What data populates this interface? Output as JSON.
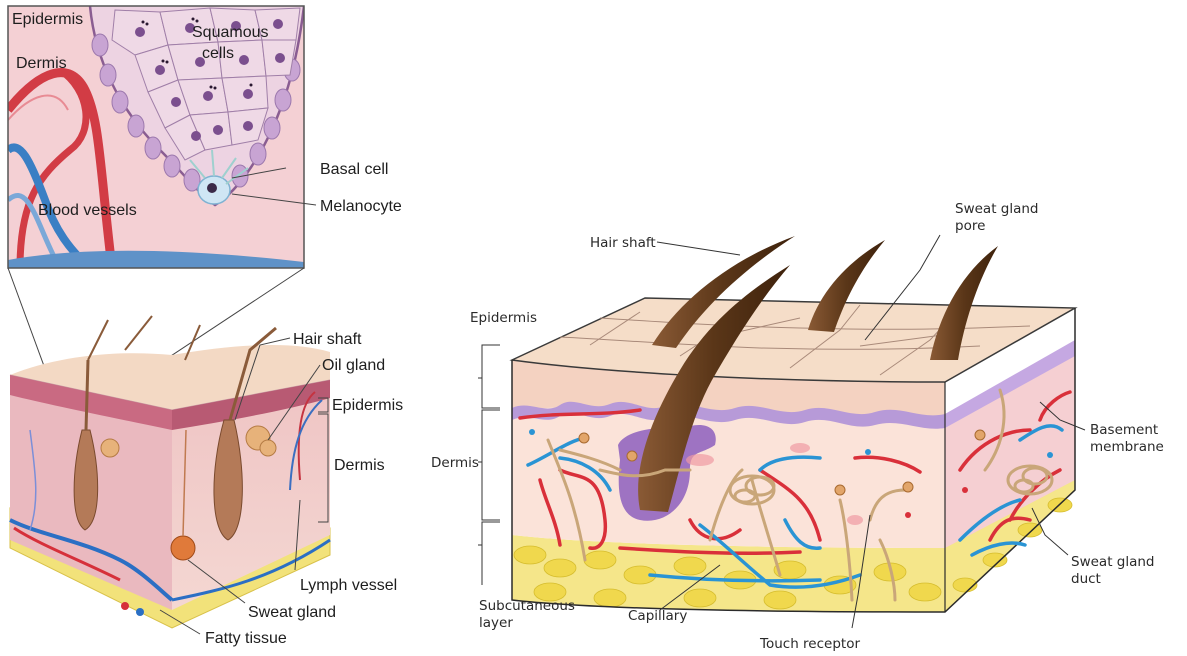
{
  "left_figure": {
    "inset_labels": {
      "epidermis": "Epidermis",
      "squamous_line1": "Squamous",
      "squamous_line2": "cells",
      "dermis": "Dermis",
      "blood_vessels": "Blood vessels",
      "basal_cell": "Basal cell",
      "melanocyte": "Melanocyte"
    },
    "block_labels": {
      "hair_shaft": "Hair shaft",
      "oil_gland": "Oil gland",
      "epidermis": "Epidermis",
      "dermis": "Dermis",
      "lymph_vessel": "Lymph vessel",
      "sweat_gland": "Sweat gland",
      "fatty_tissue": "Fatty tissue"
    }
  },
  "right_figure": {
    "labels": {
      "hair_shaft": "Hair shaft",
      "sweat_pore_line1": "Sweat gland",
      "sweat_pore_line2": "pore",
      "epidermis": "Epidermis",
      "dermis": "Dermis",
      "basement_line1": "Basement",
      "basement_line2": "membrane",
      "sweat_duct_line1": "Sweat gland",
      "sweat_duct_line2": "duct",
      "subcutaneous_line1": "Subcutaneous",
      "subcutaneous_line2": "layer",
      "capillary": "Capillary",
      "touch_receptor": "Touch receptor"
    }
  },
  "colors": {
    "epidermis_surface": "#f3dccb",
    "dermis": "#f6d3d4",
    "basement": "#b39ad6",
    "fat": "#f2e27a",
    "artery": "#d9303a",
    "vein": "#2b8fd0",
    "hair": "#6b4426",
    "inset_bg": "#f2c9cf"
  }
}
